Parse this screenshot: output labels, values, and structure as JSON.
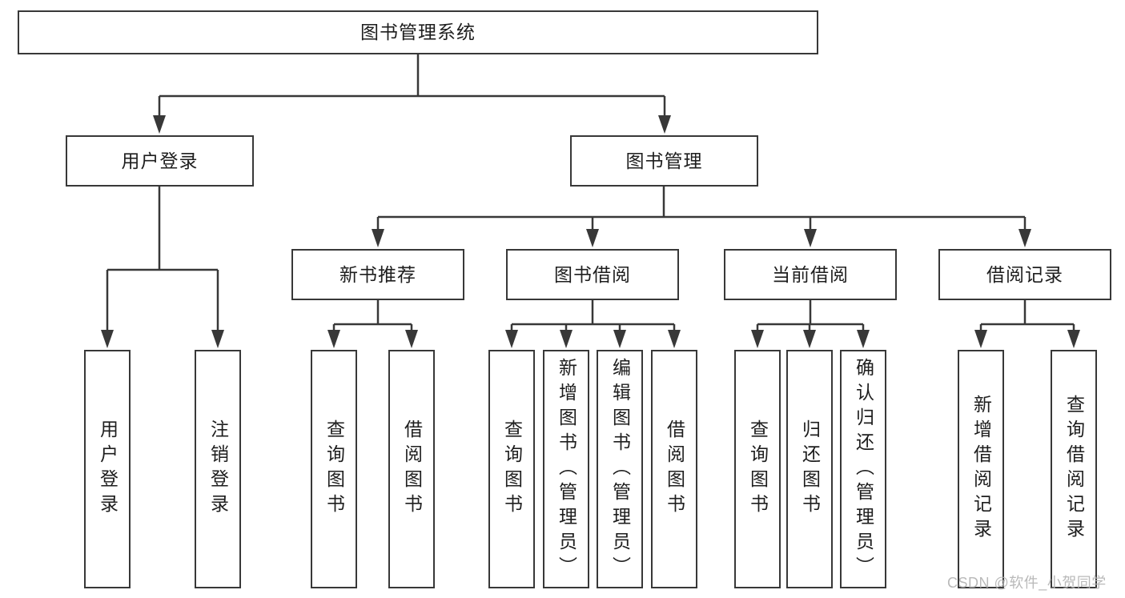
{
  "tree": {
    "root": {
      "label": "图书管理系统"
    },
    "branches": [
      {
        "label": "用户登录",
        "children": [
          {
            "label": "用户登录"
          },
          {
            "label": "注销登录"
          }
        ]
      },
      {
        "label": "图书管理",
        "children": [
          {
            "label": "新书推荐",
            "children": [
              {
                "label": "查询图书"
              },
              {
                "label": "借阅图书"
              }
            ]
          },
          {
            "label": "图书借阅",
            "children": [
              {
                "label": "查询图书"
              },
              {
                "label": "新增图书（管理员）"
              },
              {
                "label": "编辑图书（管理员）"
              },
              {
                "label": "借阅图书"
              }
            ]
          },
          {
            "label": "当前借阅",
            "children": [
              {
                "label": "查询图书"
              },
              {
                "label": "归还图书"
              },
              {
                "label": "确认归还（管理员）"
              }
            ]
          },
          {
            "label": "借阅记录",
            "children": [
              {
                "label": "新增借阅记录"
              },
              {
                "label": "查询借阅记录"
              }
            ]
          }
        ]
      }
    ]
  },
  "watermark": {
    "text": "CSDN @软件_小贺同学"
  },
  "colors": {
    "line": "#383838",
    "box_border": "#383838",
    "box_fill": "#ffffff",
    "text": "#1e1e1e",
    "watermark": "#b4b4b4",
    "background": "#ffffff"
  }
}
